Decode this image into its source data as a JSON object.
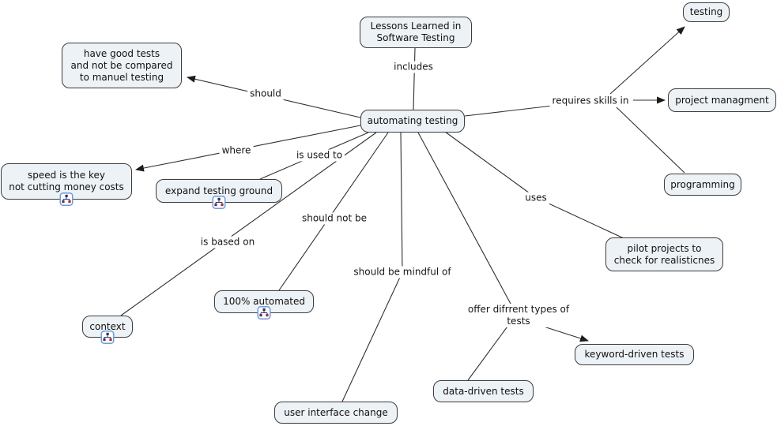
{
  "diagram_type": "concept-map",
  "colors": {
    "background": "#ffffff",
    "node_fill": "#edf2f6",
    "node_border": "#3c3c3c",
    "edge_line": "#2f2f2f",
    "text": "#111111",
    "icon_border": "#6f9bd8",
    "icon_glyph": "#33306b"
  },
  "nodes": {
    "lessons": {
      "text": "Lessons Learned in\nSoftware Testing"
    },
    "automating": {
      "text": "automating testing"
    },
    "have_good_tests": {
      "text": "have good tests\nand not be compared\nto manuel testing"
    },
    "testing": {
      "text": "testing"
    },
    "project_managment": {
      "text": "project managment"
    },
    "programming": {
      "text": "programming"
    },
    "speed": {
      "text": "speed is the key\nnot cutting money costs"
    },
    "expand": {
      "text": "expand testing ground"
    },
    "context": {
      "text": "context"
    },
    "automated100": {
      "text": "100% automated"
    },
    "pilot": {
      "text": "pilot projects to\ncheck for realisticnes"
    },
    "ui_change": {
      "text": "user interface change"
    },
    "data_driven": {
      "text": "data-driven tests"
    },
    "keyword_driven": {
      "text": "keyword-driven tests"
    }
  },
  "links": {
    "includes": {
      "label": "includes"
    },
    "should": {
      "label": "should"
    },
    "requires_skills": {
      "label": "requires skills in"
    },
    "where": {
      "label": "where"
    },
    "is_used_to": {
      "label": "is used to"
    },
    "should_not_be": {
      "label": "should not be"
    },
    "is_based_on": {
      "label": "is based on"
    },
    "uses": {
      "label": "uses"
    },
    "mindful": {
      "label": "should be mindful of"
    },
    "offer_types": {
      "label": "offer difrrent types of\ntests"
    }
  },
  "icon": {
    "name": "concept-map-link-icon"
  }
}
